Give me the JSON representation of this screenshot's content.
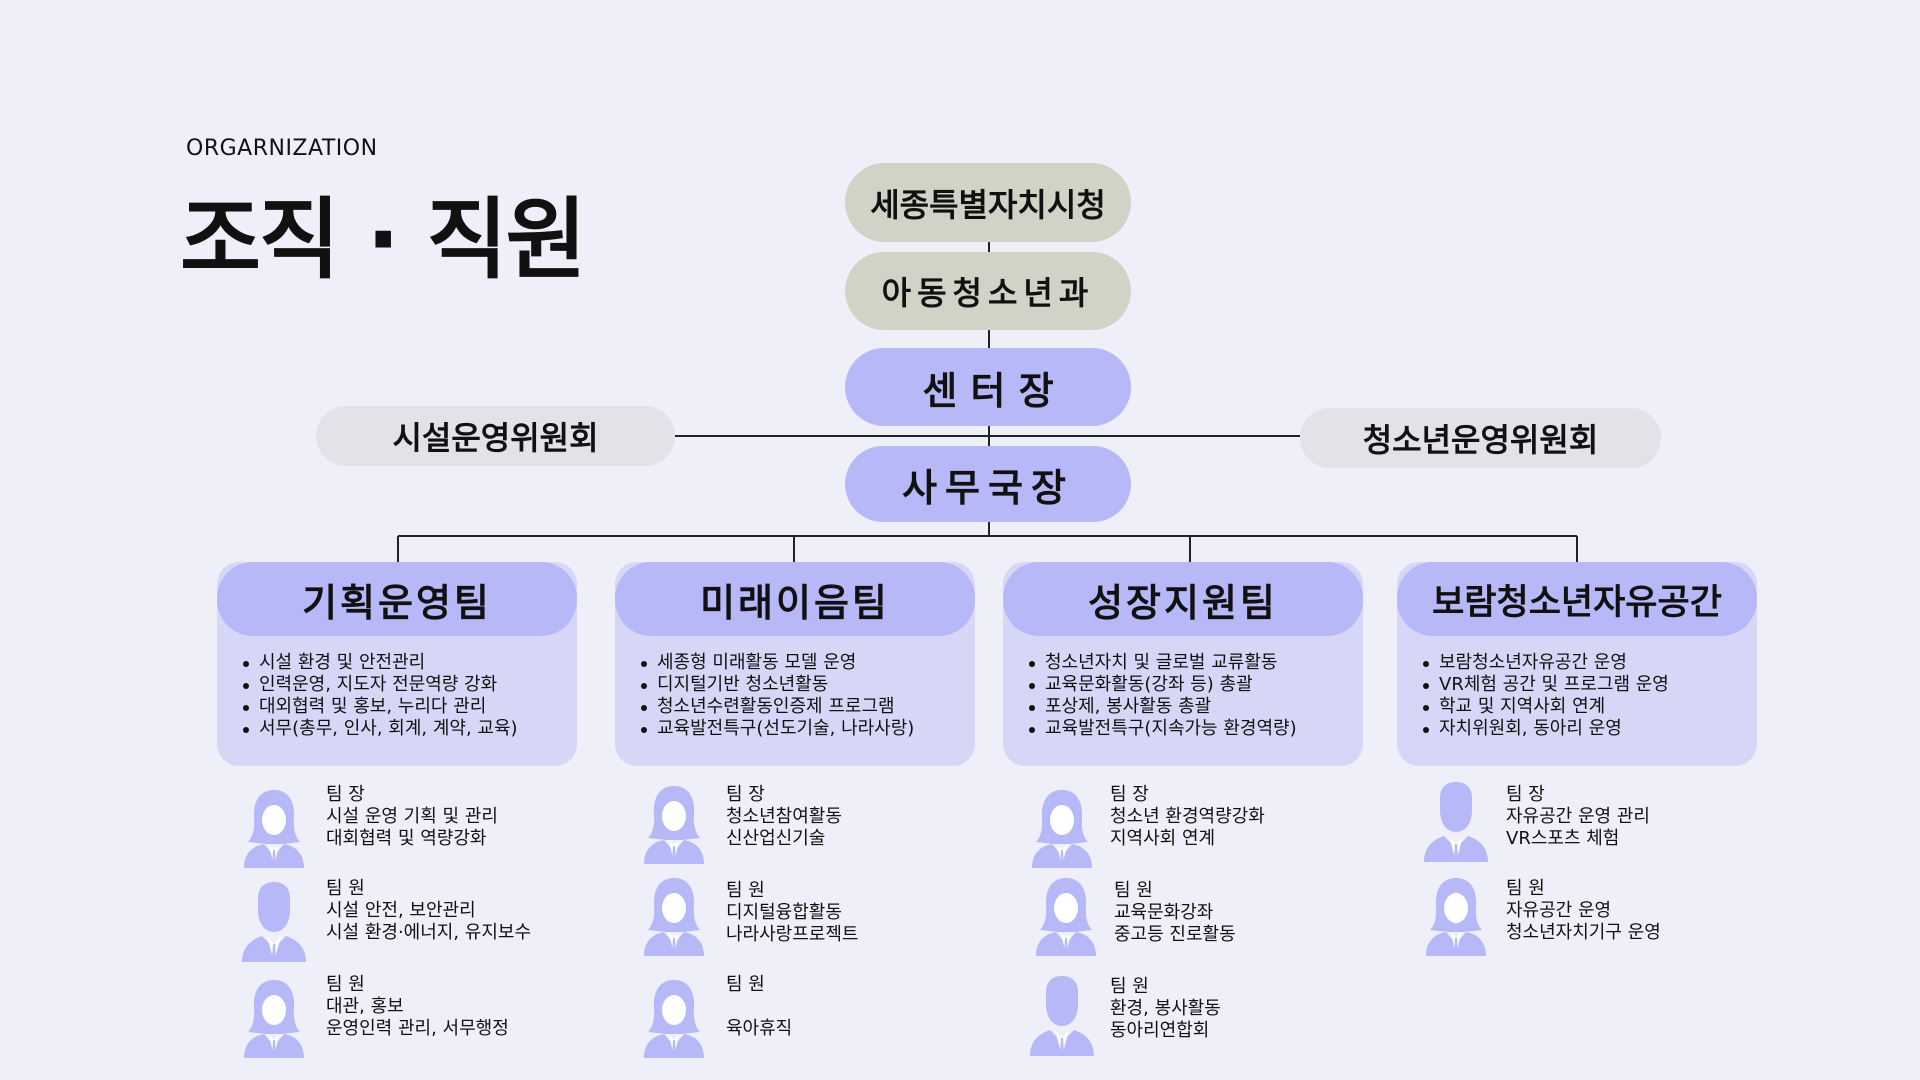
{
  "header": {
    "kicker": "ORGARNIZATION",
    "title": "조직 · 직원"
  },
  "colors": {
    "accent": "#b7b8f8",
    "card": "#d6d7f7",
    "grey": "#d3d2c6",
    "light": "#e2e2e8",
    "background": "#eeeff8"
  },
  "hierarchy": {
    "city_hall": "세종특별자치시청",
    "department": "아동청소년과",
    "director": "센 터 장",
    "secretary_general": "사무국장",
    "left_committee": "시설운영위원회",
    "right_committee": "청소년운영위원회"
  },
  "teams": [
    {
      "name": "기획운영팀",
      "duties": [
        "시설 환경 및 안전관리",
        "인력운영, 지도자 전문역량 강화",
        "대외협력 및 홍보, 누리다 관리",
        "서무(총무, 인사, 회계, 계약, 교육)"
      ],
      "staff": [
        {
          "role": "팀 장",
          "line1": "시설 운영 기획 및 관리",
          "line2": "대회협력 및 역량강화",
          "avatar": "female-avatar-icon"
        },
        {
          "role": "팀 원",
          "line1": "시설 안전, 보안관리",
          "line2": "시설 환경·에너지, 유지보수",
          "avatar": "male-avatar-icon"
        },
        {
          "role": "팀 원",
          "line1": "대관, 홍보",
          "line2": "운영인력 관리, 서무행정",
          "avatar": "female-avatar-icon"
        }
      ]
    },
    {
      "name": "미래이음팀",
      "duties": [
        "세종형 미래활동 모델 운영",
        "디지털기반 청소년활동",
        "청소년수련활동인증제 프로그램",
        "교육발전특구(선도기술, 나라사랑)"
      ],
      "staff": [
        {
          "role": "팀 장",
          "line1": "청소년참여활동",
          "line2": "신산업신기술",
          "avatar": "female-avatar-icon"
        },
        {
          "role": "팀 원",
          "line1": "디지털융합활동",
          "line2": "나라사랑프로젝트",
          "avatar": "female-avatar-icon"
        },
        {
          "role": "팀 원",
          "line1": "",
          "line2": "육아휴직",
          "avatar": "female-avatar-icon"
        }
      ]
    },
    {
      "name": "성장지원팀",
      "duties": [
        "청소년자치 및 글로벌 교류활동",
        "교육문화활동(강좌 등) 총괄",
        "포상제, 봉사활동 총괄",
        "교육발전특구(지속가능 환경역량)"
      ],
      "staff": [
        {
          "role": "팀 장",
          "line1": "청소년 환경역량강화",
          "line2": "지역사회 연계",
          "avatar": "female-avatar-icon"
        },
        {
          "role": "팀 원",
          "line1": "교육문화강좌",
          "line2": "중고등 진로활동",
          "avatar": "female-avatar-icon"
        },
        {
          "role": "팀 원",
          "line1": "환경, 봉사활동",
          "line2": "동아리연합회",
          "avatar": "male-avatar-icon"
        }
      ]
    },
    {
      "name": "보람청소년자유공간",
      "duties": [
        "보람청소년자유공간 운영",
        "VR체험 공간 및 프로그램 운영",
        "학교 및 지역사회 연계",
        "자치위원회, 동아리 운영"
      ],
      "staff": [
        {
          "role": "팀 장",
          "line1": "자유공간 운영 관리",
          "line2": "VR스포츠 체험",
          "avatar": "male-avatar-icon"
        },
        {
          "role": "팀 원",
          "line1": "자유공간 운영",
          "line2": "청소년자치기구 운영",
          "avatar": "female-avatar-icon"
        }
      ]
    }
  ]
}
